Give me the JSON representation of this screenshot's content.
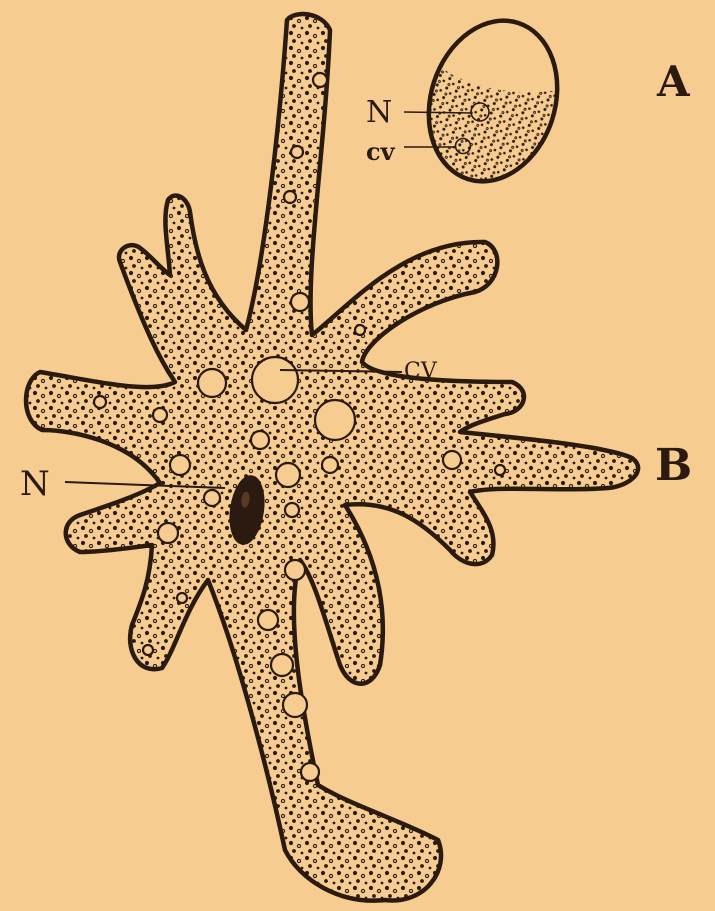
{
  "figure": {
    "background": "#f7cc91",
    "ink": "#2a1a10",
    "panels": [
      {
        "id": "A",
        "panel_label": "A",
        "part_labels": {
          "nucleus": "N",
          "contractile_vacuole": "cv"
        }
      },
      {
        "id": "B",
        "panel_label": "B",
        "part_labels": {
          "nucleus": "N",
          "contractile_vacuole": "CV"
        }
      }
    ]
  }
}
